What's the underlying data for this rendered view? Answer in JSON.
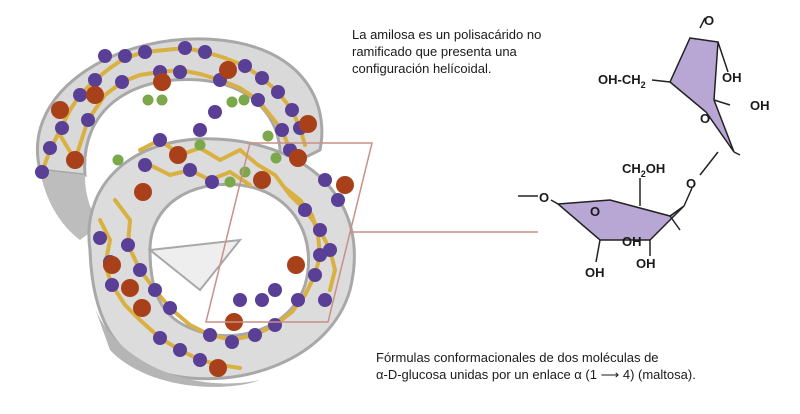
{
  "caption_top": {
    "lines": [
      "La amilosa es un polisacárido no",
      "ramificado que presenta una",
      "configuración helícoidal."
    ]
  },
  "caption_bottom": {
    "lines": [
      "Fórmulas conformacionales de dos moléculas de",
      "α-D-glucosa unidas por un enlace α (1 ⟶ 4) (maltosa)."
    ]
  },
  "structure": {
    "upper_ring": {
      "ring_o": "O",
      "top_o": "O",
      "oh_right": "OH",
      "oh_far_right": "OH",
      "ch2_group": "OH-CH",
      "ch2_subscript": "2"
    },
    "link_o": "O",
    "lower_ring": {
      "ch2_group": "CH",
      "ch2_subscript": "2",
      "ch2_oh": "OH",
      "ring_o": "O",
      "left_o": "O",
      "oh_bottom_left": "OH",
      "oh_bottom_center": "OH",
      "oh_bottom_right": "OH"
    }
  },
  "colors": {
    "ring_fill": "#b8a6d4",
    "ring_stroke": "#222222",
    "helix_gray": "#d9d9d9",
    "helix_shadow": "#a8a8a8",
    "bond_yellow": "#d9b042",
    "carbon_purple": "#5a3f96",
    "oxygen_brown": "#a8401a",
    "hydrogen_green": "#7aa84a",
    "callout": "#c98f86"
  }
}
